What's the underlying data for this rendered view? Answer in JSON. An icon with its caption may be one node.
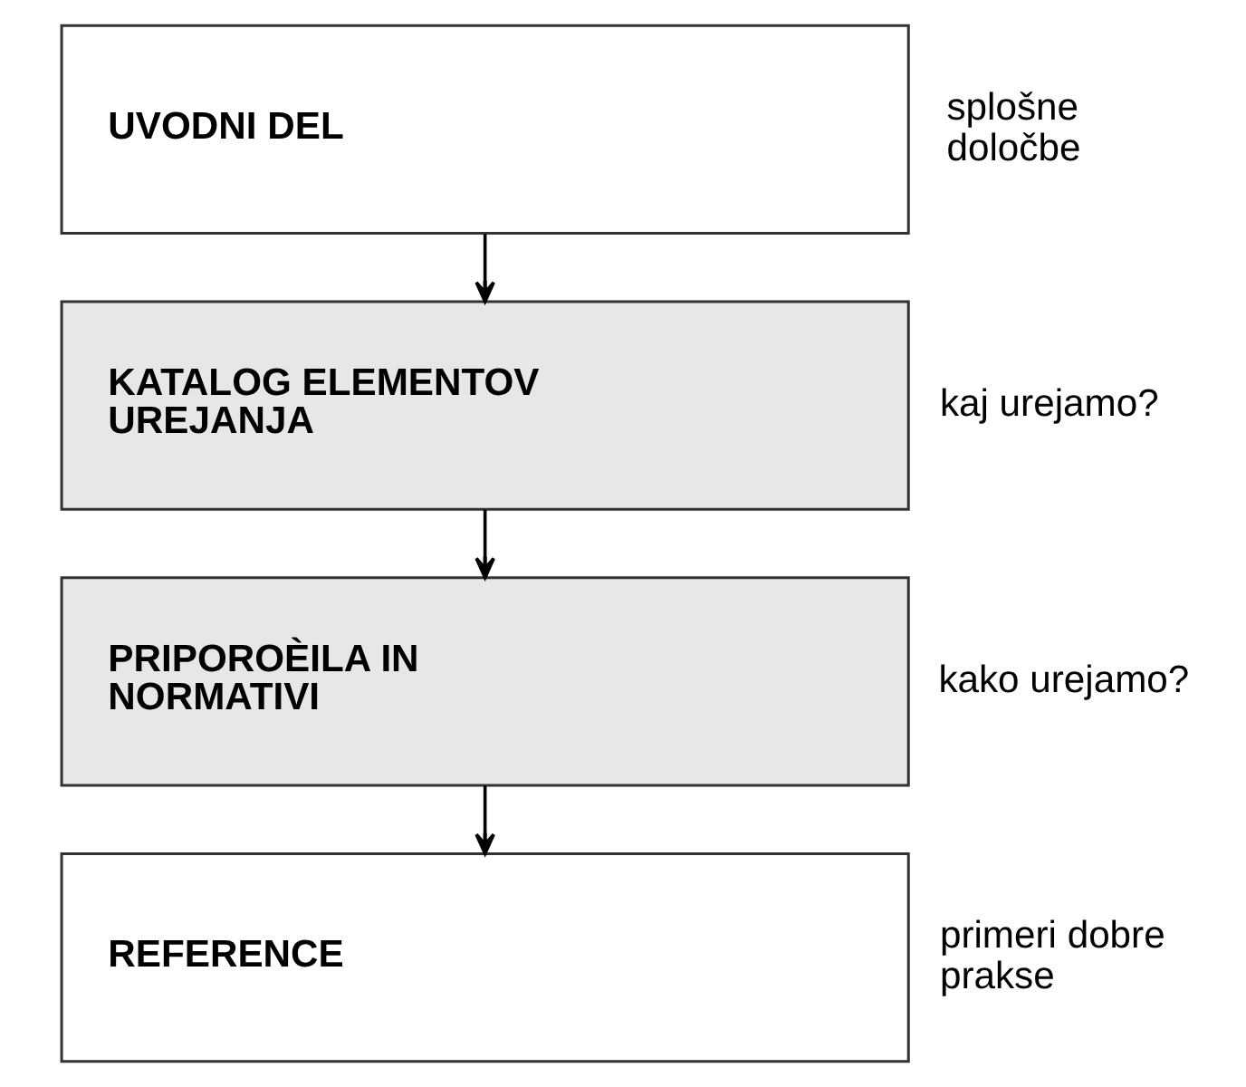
{
  "diagram": {
    "nodes": [
      {
        "text": [
          "UVODNI DEL"
        ],
        "beside": [
          "splošne določbe"
        ]
      },
      {
        "text": [
          "KATALOG ELEMENTOV UREJANJA"
        ],
        "beside": [
          "kaj urejamo?"
        ]
      },
      {
        "text": [
          "PRIPOROÈILA IN NORMATIVI"
        ],
        "beside": [
          "kako urejamo?"
        ]
      },
      {
        "text": [
          "REFERENCE"
        ],
        "beside": [
          "primeri dobre prakse"
        ]
      }
    ],
    "edges": [
      {
        "from": 0,
        "to": 1,
        "arrow": "to"
      },
      {
        "from": 1,
        "to": 2,
        "arrow": "to"
      },
      {
        "from": 2,
        "to": 3,
        "arrow": "to"
      }
    ]
  }
}
